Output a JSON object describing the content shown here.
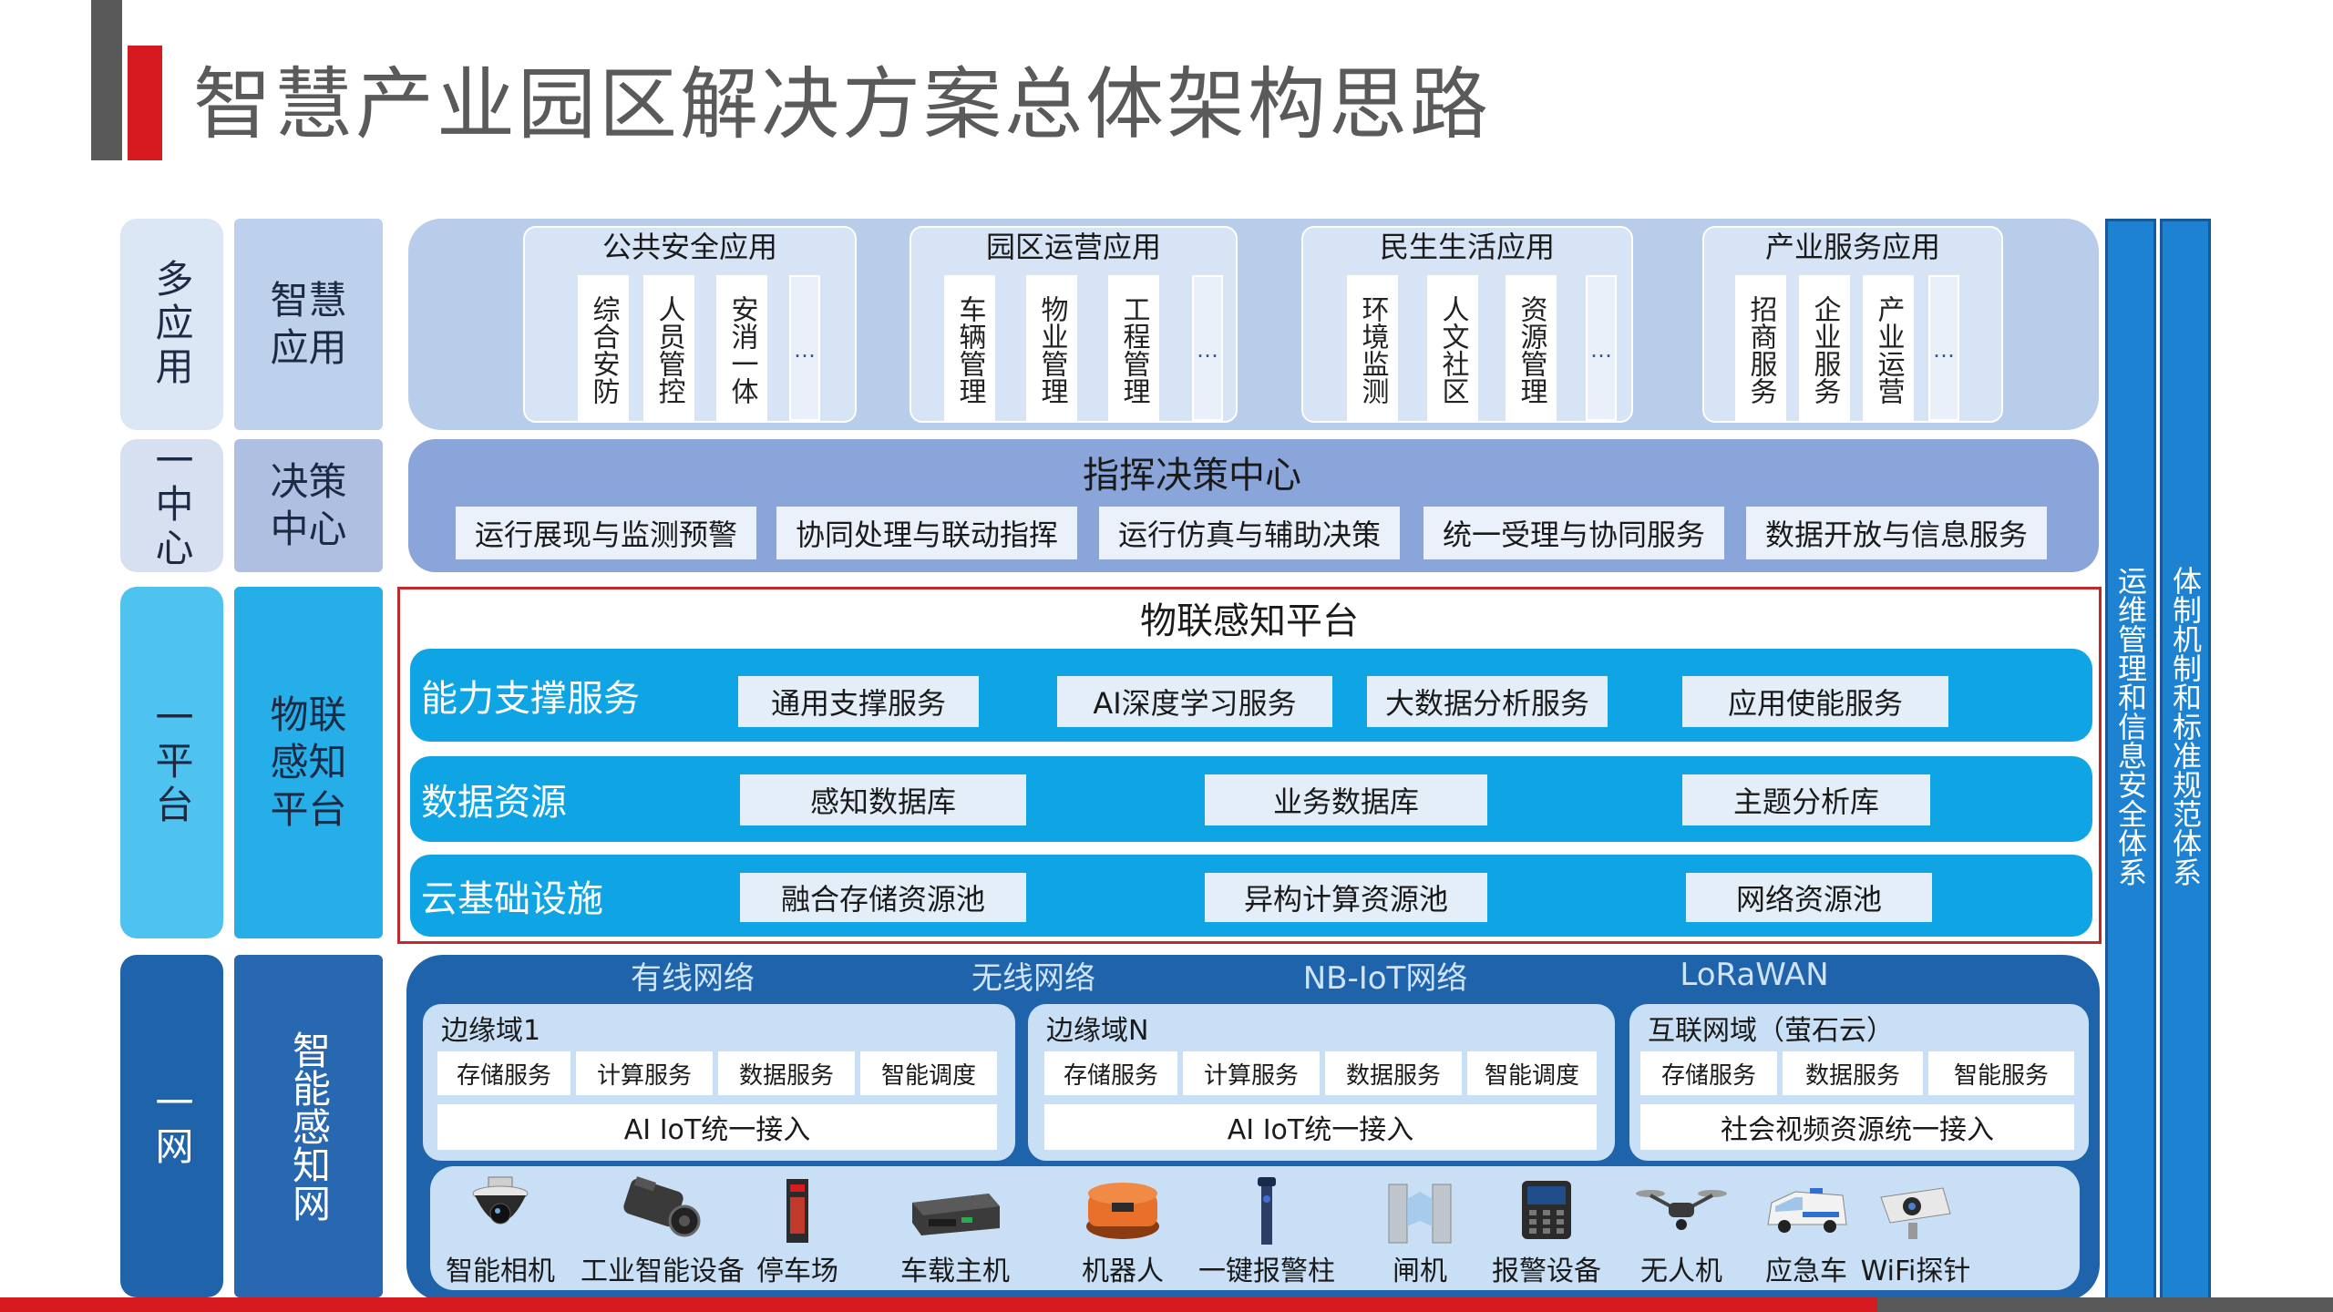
{
  "title": "智慧产业园区解决方案总体架构思路",
  "layers": {
    "app": {
      "label1": "多应用",
      "label2": "智慧应用"
    },
    "decision": {
      "label1": "一中心",
      "label2": "决策中心"
    },
    "platform": {
      "label1": "一平台",
      "label2": "物联感知平台"
    },
    "network": {
      "label1": "一网",
      "label2": "智能感知网"
    }
  },
  "applications": [
    {
      "title": "公共安全应用",
      "items": [
        "综合安防",
        "人员管控",
        "安消一体",
        "…"
      ]
    },
    {
      "title": "园区运营应用",
      "items": [
        "车辆管理",
        "物业管理",
        "工程管理",
        "…"
      ]
    },
    {
      "title": "民生生活应用",
      "items": [
        "环境监测",
        "人文社区",
        "资源管理",
        "…"
      ]
    },
    {
      "title": "产业服务应用",
      "items": [
        "招商服务",
        "企业服务",
        "产业运营",
        "…"
      ]
    }
  ],
  "decision": {
    "title": "指挥决策中心",
    "items": [
      "运行展现与监测预警",
      "协同处理与联动指挥",
      "运行仿真与辅助决策",
      "统一受理与协同服务",
      "数据开放与信息服务"
    ]
  },
  "platform": {
    "title": "物联感知平台",
    "rows": [
      {
        "title": "能力支撑服务",
        "items": [
          "通用支撑服务",
          "AI深度学习服务",
          "大数据分析服务",
          "应用使能服务"
        ]
      },
      {
        "title": "数据资源",
        "items": [
          "感知数据库",
          "业务数据库",
          "主题分析库"
        ]
      },
      {
        "title": "云基础设施",
        "items": [
          "融合存储资源池",
          "异构计算资源池",
          "网络资源池"
        ]
      }
    ]
  },
  "network": {
    "types": [
      "有线网络",
      "无线网络",
      "NB-IoT网络",
      "LoRaWAN"
    ],
    "domains": [
      {
        "title": "边缘域1",
        "services": [
          "存储服务",
          "计算服务",
          "数据服务",
          "智能调度"
        ],
        "access": "AI IoT统一接入"
      },
      {
        "title": "边缘域N",
        "services": [
          "存储服务",
          "计算服务",
          "数据服务",
          "智能调度"
        ],
        "access": "AI IoT统一接入"
      },
      {
        "title": "互联网域（萤石云）",
        "services": [
          "存储服务",
          "数据服务",
          "智能服务"
        ],
        "access": "社会视频资源统一接入"
      }
    ],
    "devices": [
      {
        "label": "智能相机",
        "icon": "dome-camera-icon"
      },
      {
        "label": "工业智能设备",
        "icon": "industrial-camera-icon"
      },
      {
        "label": "停车场",
        "icon": "parking-barrier-icon"
      },
      {
        "label": "车载主机",
        "icon": "vehicle-host-icon"
      },
      {
        "label": "机器人",
        "icon": "robot-icon"
      },
      {
        "label": "一键报警柱",
        "icon": "alarm-pillar-icon"
      },
      {
        "label": "闸机",
        "icon": "turnstile-icon"
      },
      {
        "label": "报警设备",
        "icon": "alarm-panel-icon"
      },
      {
        "label": "无人机",
        "icon": "drone-icon"
      },
      {
        "label": "应急车",
        "icon": "emergency-vehicle-icon"
      },
      {
        "label": "WiFi探针",
        "icon": "wifi-probe-icon"
      }
    ]
  },
  "side_columns": [
    {
      "text": "运维管理和信息安全体系"
    },
    {
      "text": "体制机制和标准规范体系"
    }
  ],
  "colors": {
    "accent_red": "#d71920",
    "accent_gray": "#595959",
    "platform_blue": "#0fa4e4",
    "network_blue": "#1f63ab"
  }
}
